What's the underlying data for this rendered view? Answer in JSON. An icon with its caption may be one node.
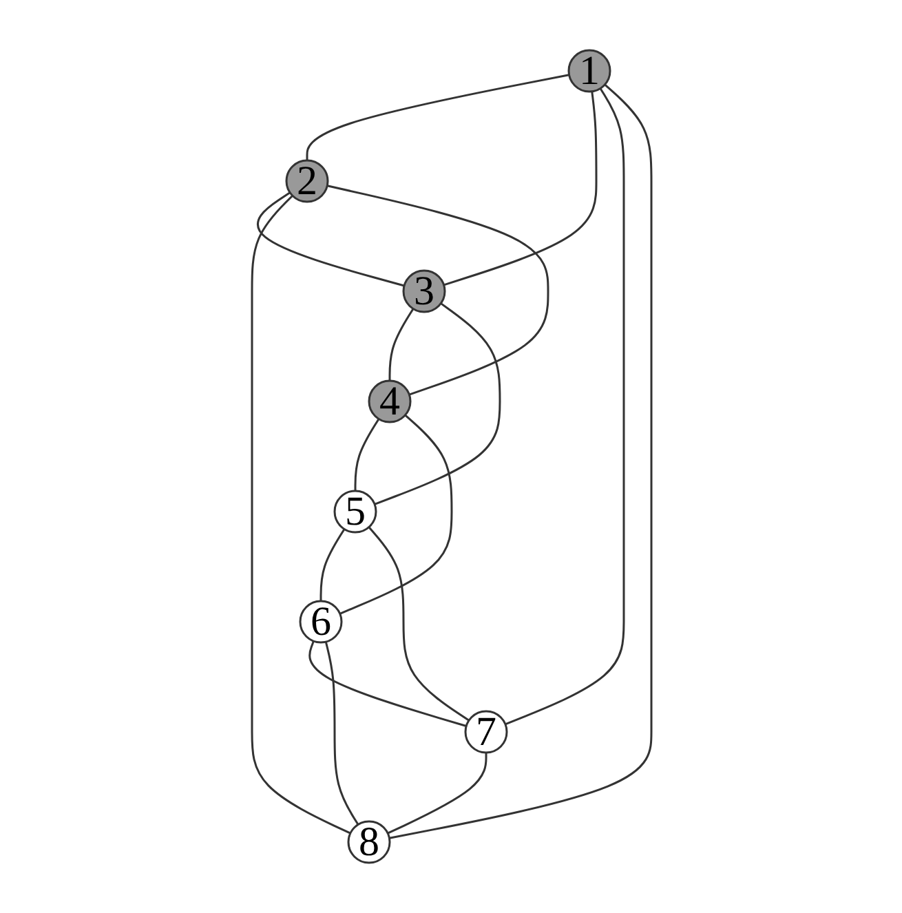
{
  "diagram": {
    "nodes": [
      {
        "text": [
          "1"
        ]
      },
      {
        "text": [
          "2"
        ]
      },
      {
        "text": [
          "3"
        ]
      },
      {
        "text": [
          "4"
        ]
      },
      {
        "text": [
          "5"
        ]
      },
      {
        "text": [
          "6"
        ]
      },
      {
        "text": [
          "7"
        ]
      },
      {
        "text": [
          "8"
        ]
      }
    ],
    "edges": [
      {
        "from": 0,
        "to": 1,
        "arrow": "none"
      },
      {
        "from": 1,
        "to": 2,
        "arrow": "none"
      },
      {
        "from": 2,
        "to": 3,
        "arrow": "none"
      },
      {
        "from": 3,
        "to": 4,
        "arrow": "none"
      },
      {
        "from": 4,
        "to": 5,
        "arrow": "none"
      },
      {
        "from": 5,
        "to": 6,
        "arrow": "none"
      },
      {
        "from": 6,
        "to": 7,
        "arrow": "none"
      },
      {
        "from": 7,
        "to": 0,
        "arrow": "none"
      },
      {
        "from": 0,
        "to": 2,
        "arrow": "none"
      },
      {
        "from": 0,
        "to": 6,
        "arrow": "none"
      },
      {
        "from": 1,
        "to": 7,
        "arrow": "none"
      },
      {
        "from": 1,
        "to": 3,
        "arrow": "none"
      },
      {
        "from": 2,
        "to": 4,
        "arrow": "none"
      },
      {
        "from": 3,
        "to": 5,
        "arrow": "none"
      },
      {
        "from": 4,
        "to": 6,
        "arrow": "none"
      },
      {
        "from": 7,
        "to": 5,
        "arrow": "none"
      }
    ]
  }
}
